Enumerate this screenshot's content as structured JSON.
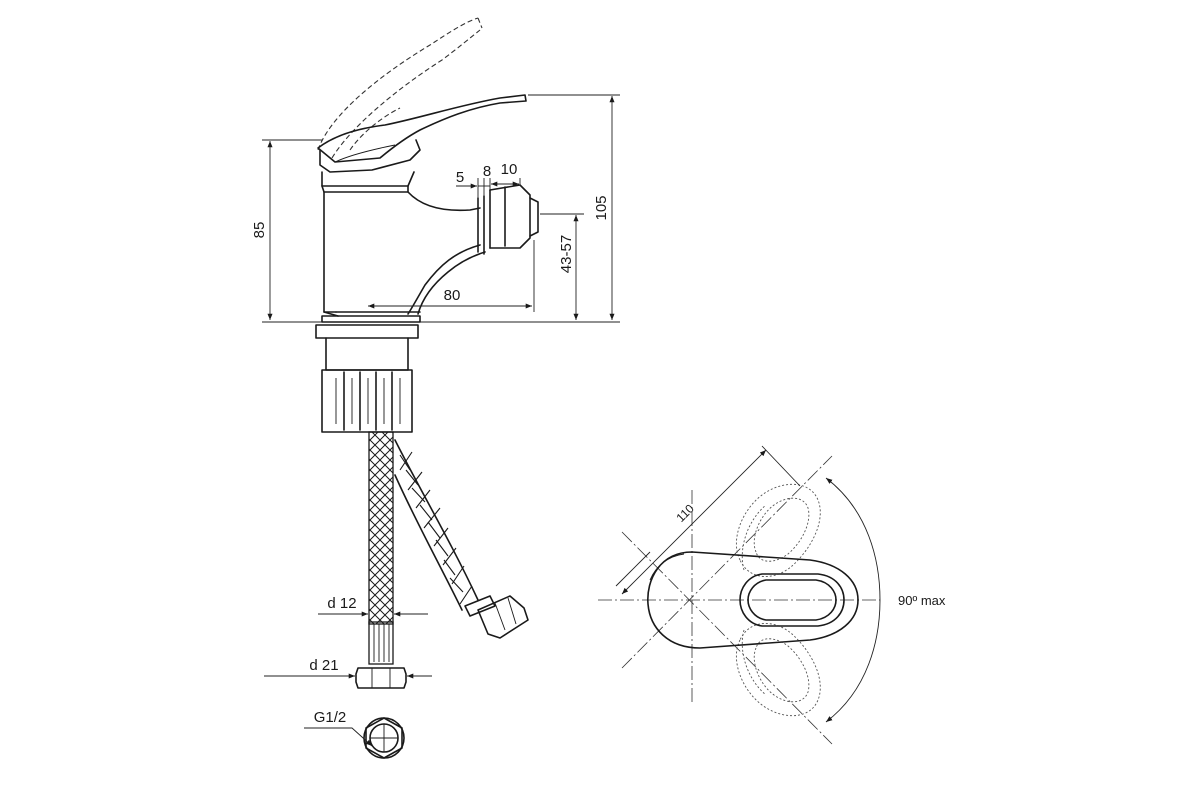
{
  "dimensions": {
    "height_total": "105",
    "height_body": "85",
    "spout_height": "43-57",
    "spout_reach": "80",
    "aerator_a": "5",
    "aerator_b": "8",
    "aerator_c": "10",
    "hose_diameter": "d 12",
    "nut_diameter": "d 21",
    "thread": "G1/2",
    "lever_length": "110",
    "rotation": "90º max"
  },
  "colors": {
    "line": "#1a1a1a",
    "background": "#ffffff"
  }
}
